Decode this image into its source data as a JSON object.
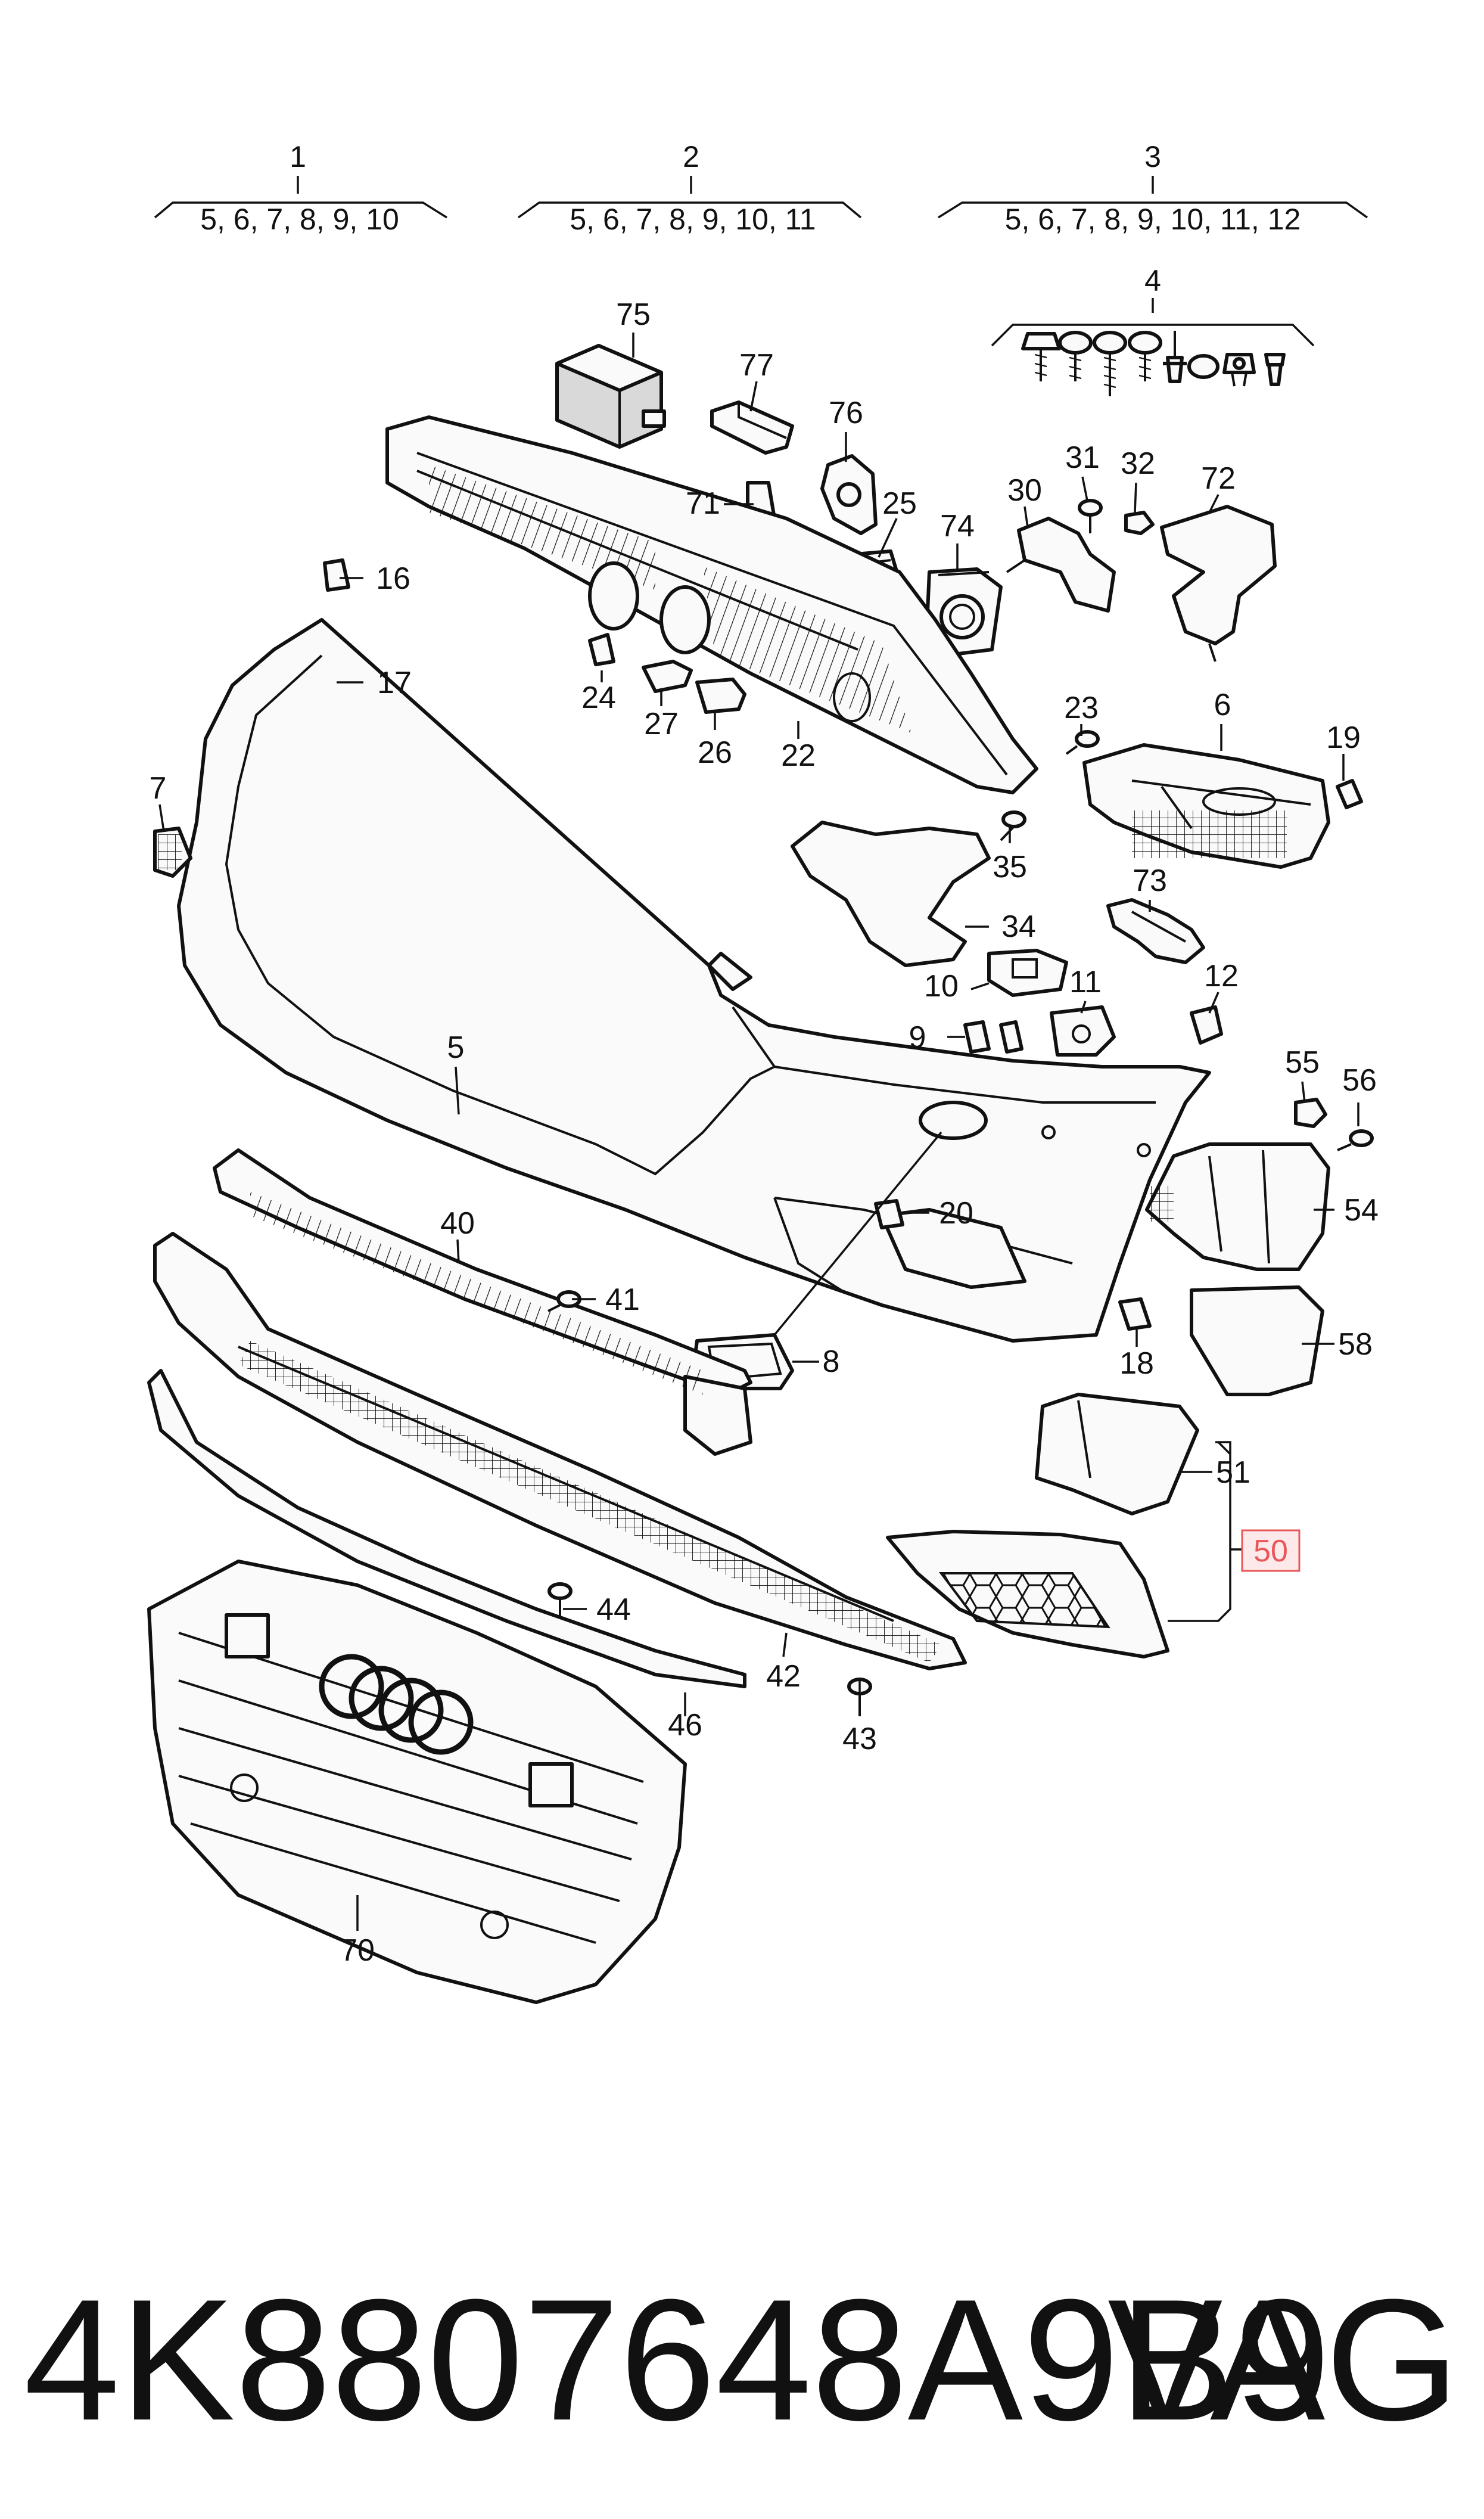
{
  "groups": [
    {
      "number": "1",
      "sub": "5, 6, 7, 8, 9, 10"
    },
    {
      "number": "2",
      "sub": "5, 6, 7, 8, 9, 10, 11"
    },
    {
      "number": "3",
      "sub": "5, 6, 7, 8, 9, 10, 11, 12"
    },
    {
      "number": "4"
    }
  ],
  "callouts": [
    "75",
    "77",
    "76",
    "71",
    "25",
    "74",
    "30",
    "31",
    "32",
    "72",
    "16",
    "17",
    "24",
    "27",
    "26",
    "22",
    "23",
    "6",
    "19",
    "7",
    "35",
    "34",
    "73",
    "10",
    "11",
    "12",
    "9",
    "5",
    "55",
    "56",
    "54",
    "40",
    "41",
    "20",
    "8",
    "18",
    "58",
    "51",
    "50",
    "44",
    "42",
    "43",
    "46",
    "70"
  ],
  "highlight_callout": "50",
  "highlight_color": "#e8575a",
  "footer": {
    "part_number": "4K8807648A9B9",
    "brand": "VAG"
  }
}
